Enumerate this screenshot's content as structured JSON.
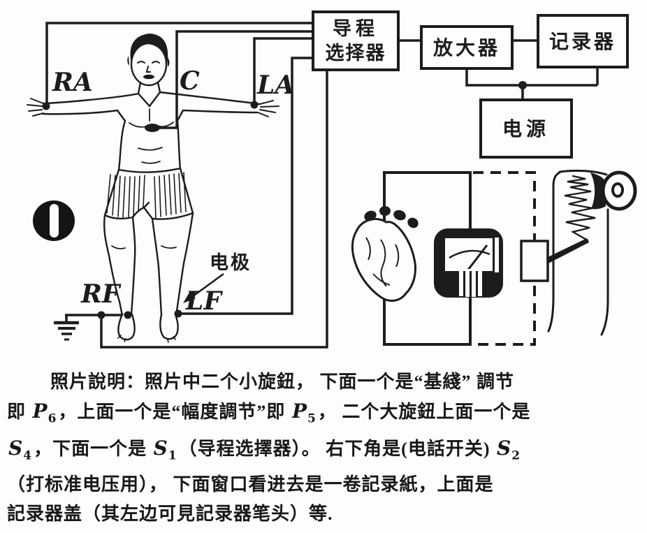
{
  "diagram": {
    "boxes": {
      "lead_selector": {
        "line1": "导程",
        "line2": "选择器"
      },
      "amplifier": "放大器",
      "recorder": "记录器",
      "power": "电源"
    },
    "electrode_labels": {
      "ra": "RA",
      "c": "C",
      "la": "LA",
      "rf": "RF",
      "lf": "LF"
    },
    "annotations": {
      "electrode": "电极"
    }
  },
  "caption": {
    "lines": [
      {
        "indent": true,
        "segments": [
          {
            "text": "照片說明：照片中二个小旋鈕， 下面一个是“基綫” 調节"
          }
        ]
      },
      {
        "segments": [
          {
            "text": "即 "
          },
          {
            "math": "P",
            "sub": "6"
          },
          {
            "text": "，上面一个是“幅度調节”即 "
          },
          {
            "math": "P",
            "sub": "5"
          },
          {
            "text": "， 二个大旋鈕上面一个是"
          }
        ]
      },
      {
        "segments": [
          {
            "math": "S",
            "sub": "4"
          },
          {
            "text": "，下面一个是 "
          },
          {
            "math": "S",
            "sub": "1"
          },
          {
            "text": "（导程选擇器）。 右下角是(电話开关) "
          },
          {
            "math": "S",
            "sub": "2"
          }
        ]
      },
      {
        "segments": [
          {
            "text": "（打标准电压用）， 下面窗口看进去是一卷記录紙，上面是"
          }
        ]
      },
      {
        "segments": [
          {
            "text": "記录器盖（其左边可見記录器笔头）等."
          }
        ]
      }
    ]
  },
  "colors": {
    "ink": "#1c1c1c",
    "paper": "#fdfdfb"
  }
}
